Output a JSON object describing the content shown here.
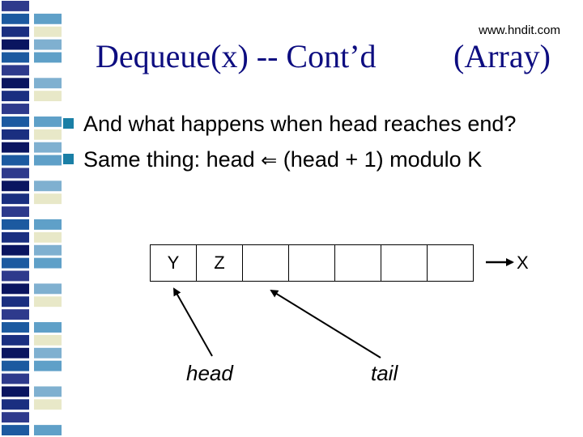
{
  "header": {
    "website": "www.hndit.com"
  },
  "slide": {
    "title": "Dequeue(x) -- Cont’d",
    "title_right": "(Array)",
    "bullets": [
      {
        "text": "And what happens when head reaches end?"
      },
      {
        "before": "Same thing: head",
        "arrow": "⇐",
        "after": "(head + 1) modulo K"
      }
    ]
  },
  "diagram": {
    "cells": [
      "Y",
      "Z",
      "",
      "",
      "",
      "",
      ""
    ],
    "head_label": "head",
    "tail_label": "tail",
    "dequeued_label": "X"
  },
  "colors": {
    "title": "#0d0d80",
    "bullet": "#1a7fa6",
    "strip": [
      "#2e3a8c",
      "#5fa0c8",
      "#0a1560",
      "#e8e8c8",
      "#1c5aa0",
      "#ffffff",
      "#1a2f80",
      "#7fb0d0"
    ]
  }
}
